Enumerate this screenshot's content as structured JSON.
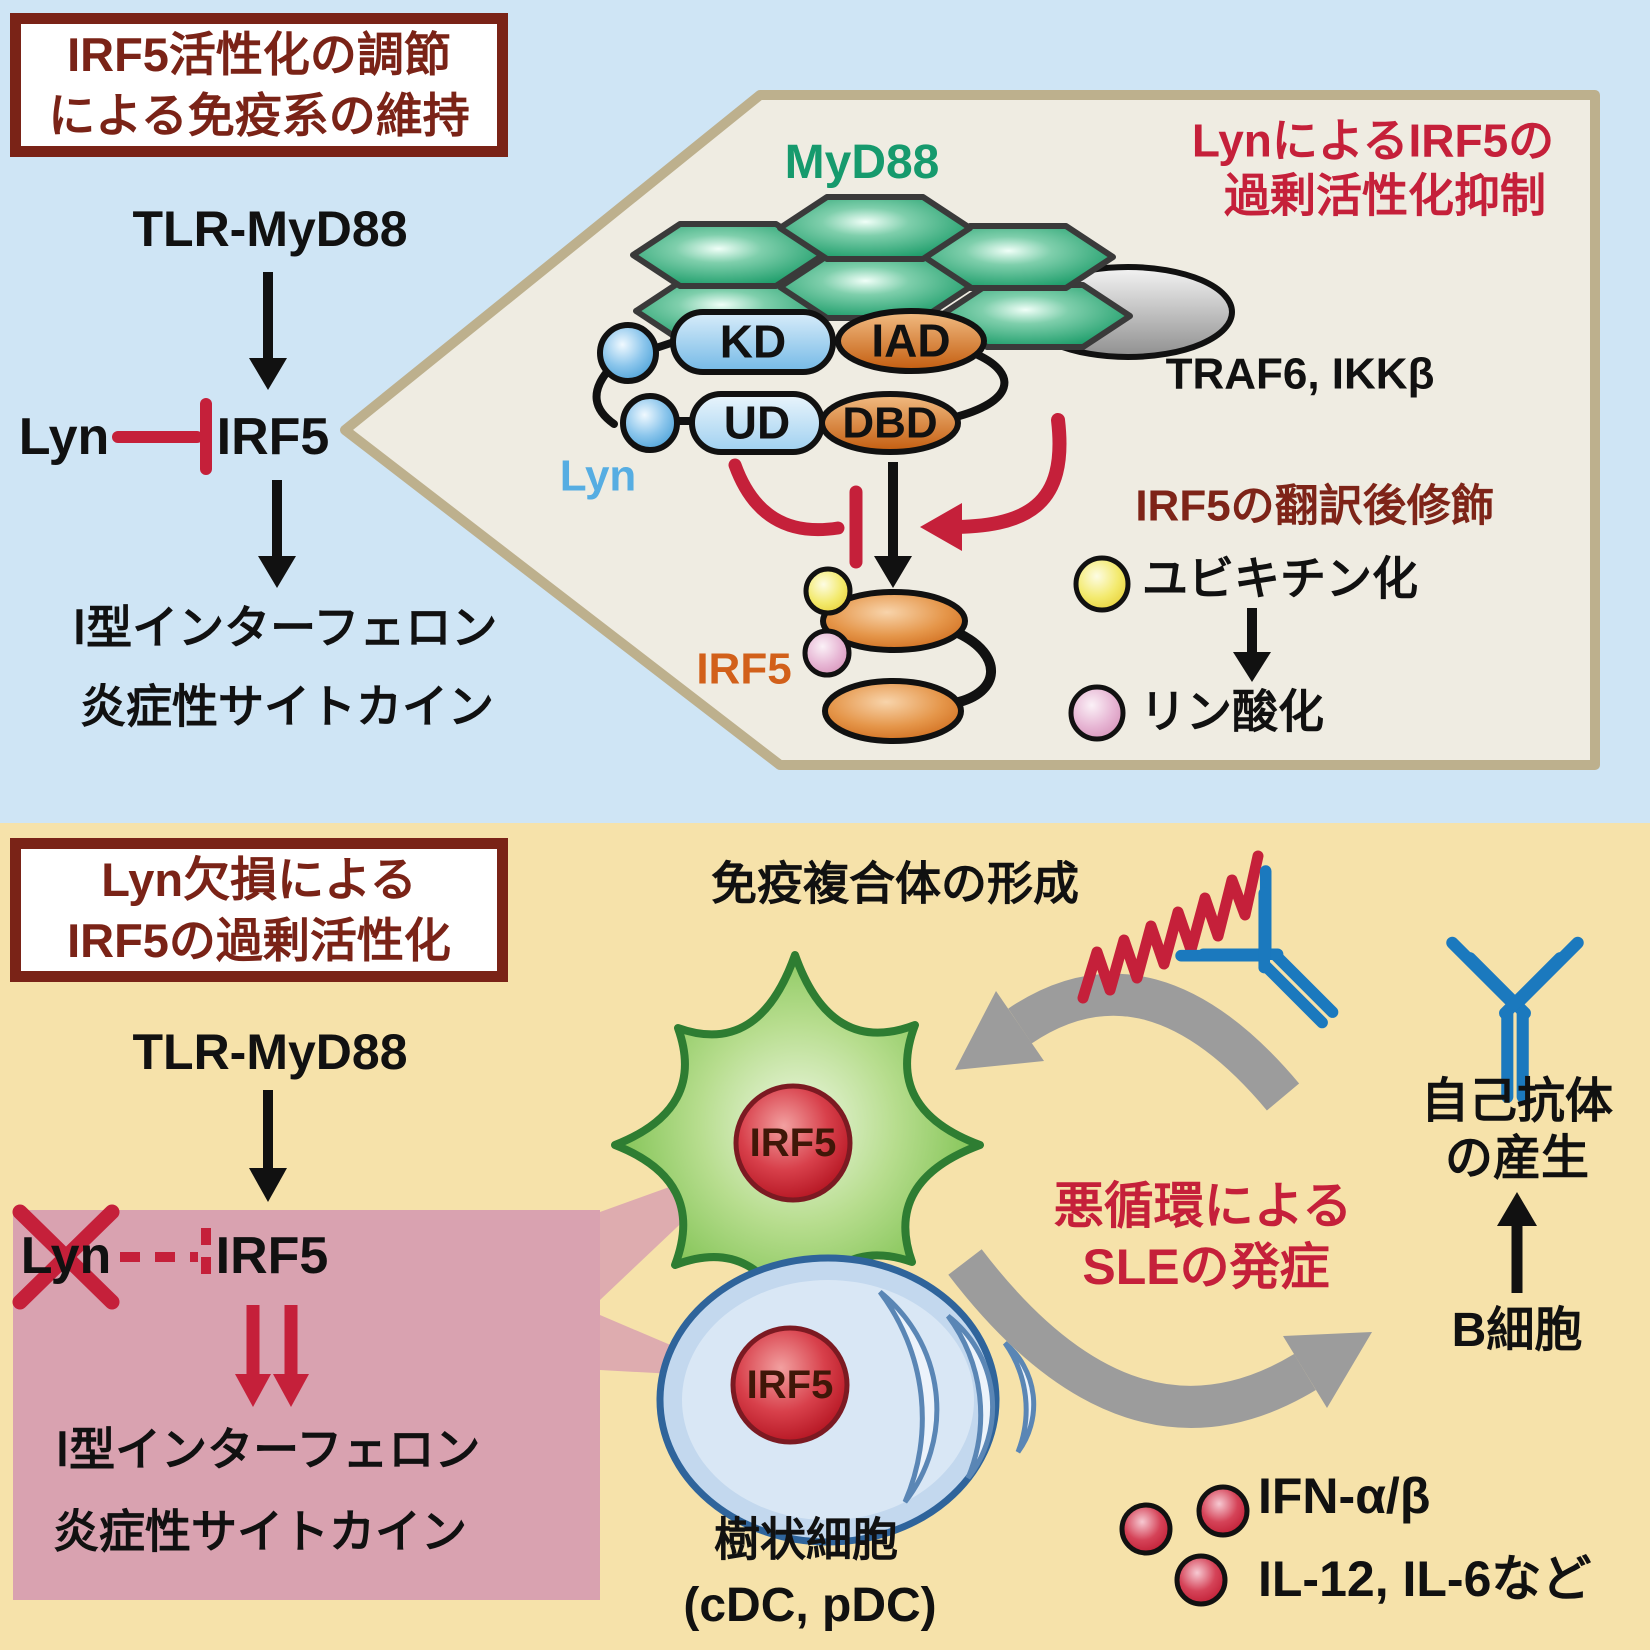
{
  "palette": {
    "sky_bg": "#cfe5f5",
    "sand_bg": "#f6e2aa",
    "panel_fill": "#efece2",
    "panel_border": "#bdb08d",
    "title_maroon": "#7a2317",
    "accent_crimson": "#c5203a",
    "dark_maroon_text": "#7e2418",
    "myd88_green": "#169a6d",
    "lyn_blue": "#56ade2",
    "irf5_orange": "#d2601a",
    "antibody_blue": "#1b79be",
    "cycle_gray": "#9c9c9c",
    "pink_overlay": "#d9a2b0"
  },
  "top_panel": {
    "title_line1": "IRF5活性化の調節",
    "title_line2": "による免疫系の維持",
    "pathway": {
      "receptor": "TLR-MyD88",
      "kinase": "Lyn",
      "factor": "IRF5",
      "output1": "Ⅰ型インターフェロン",
      "output2": "炎症性サイトカイン"
    }
  },
  "mechanism_panel": {
    "myd88": "MyD88",
    "domain_kd": "KD",
    "domain_iad": "IAD",
    "domain_ud": "UD",
    "domain_dbd": "DBD",
    "lyn": "Lyn",
    "kinases": "TRAF6, IKKβ",
    "note_line1": "LynによるIRF5の",
    "note_line2": "過剰活性化抑制",
    "irf5": "IRF5",
    "ptm_title": "IRF5の翻訳後修飾",
    "ubiquitination": "ユビキチン化",
    "phosphorylation": "リン酸化"
  },
  "bottom_panel": {
    "title_line1": "Lyn欠損による",
    "title_line2": "IRF5の過剰活性化",
    "pathway": {
      "receptor": "TLR-MyD88",
      "kinase": "Lyn",
      "factor": "IRF5",
      "output1": "Ⅰ型インターフェロン",
      "output2": "炎症性サイトカイン"
    },
    "immune_complex": "免疫複合体の形成",
    "cycle_line1": "悪循環による",
    "cycle_line2": "SLEの発症",
    "autoantibody_line1": "自己抗体",
    "autoantibody_line2": "の産生",
    "b_cell": "B細胞",
    "dc_irf5": "IRF5",
    "pdc_irf5": "IRF5",
    "dc_label": "樹状細胞",
    "dc_sublabel": "(cDC, pDC)",
    "cytokine1": "IFN-α/β",
    "cytokine2": "IL-12, IL-6など"
  }
}
